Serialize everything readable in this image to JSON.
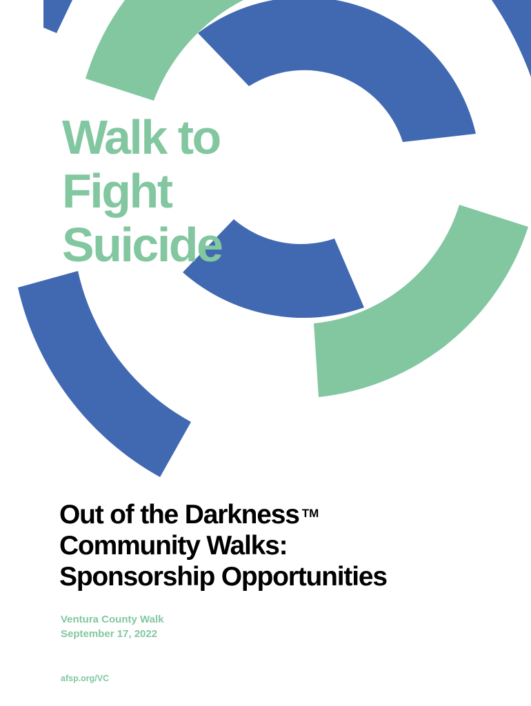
{
  "colors": {
    "blue": "#4169b2",
    "green": "#82c7a0",
    "text": "#000000"
  },
  "hero": {
    "lines": [
      "Walk to",
      "Fight",
      "Suicide"
    ]
  },
  "title": {
    "lines": [
      "Out of the Darkness",
      "Community Walks:",
      "Sponsorship Opportunities"
    ],
    "trademark": "TM"
  },
  "event": {
    "name": "Ventura County Walk",
    "date": "September 17, 2022"
  },
  "footer": {
    "url": "afsp.org/VC"
  }
}
